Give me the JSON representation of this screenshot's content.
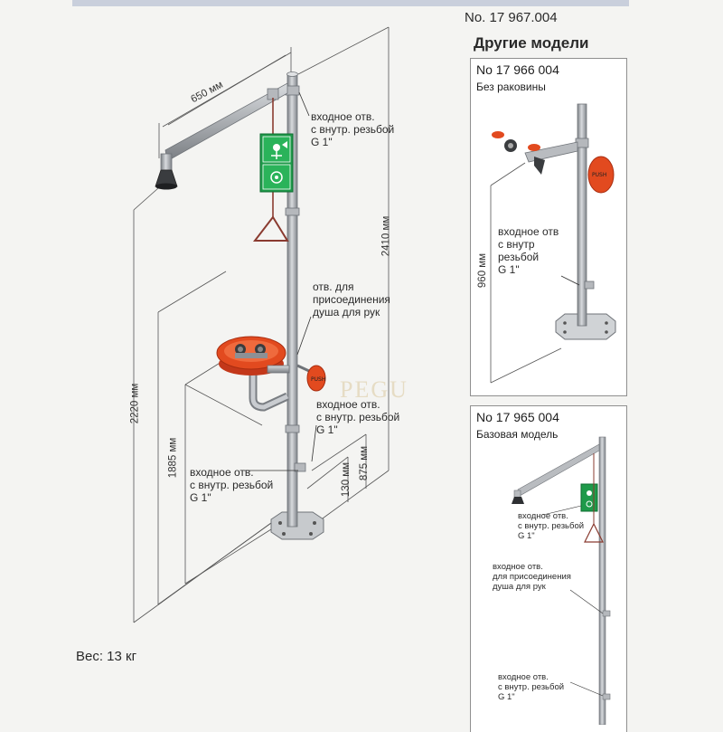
{
  "product_no": "No. 17  967.004",
  "other_models_title": "Другие модели",
  "weight": "Вес: 13 кг",
  "watermark": "PEGU",
  "main_diagram": {
    "dimensions": {
      "arm": "650 мм",
      "total_height": "2410 мм",
      "shower_height": "2220 мм",
      "bowl_height": "1885 мм",
      "inlet_height": "875 мм",
      "lower_inlet_height": "130 мм"
    },
    "labels": {
      "top_inlet": "входное отв.\nс внутр. резьбой\nG 1\"",
      "hand_shower": "отв. для\nприсоединения\nдуша для рук",
      "middle_inlet": "входное отв.\nс внутр. резьбой\nG 1\"",
      "lower_inlet": "входное отв.\nс внутр. резьбой\nG 1\""
    }
  },
  "models": [
    {
      "number": "No  17 966 004",
      "subtitle": "Без раковины",
      "dimension": "960 мм",
      "inlet_label": "входное отв\nс внутр\nрезьбой\nG 1\""
    },
    {
      "number": "No  17 965 004",
      "subtitle": "Базовая модель",
      "labels": {
        "top_inlet": "входное отв.\nс внутр. резьбой\nG 1\"",
        "hand_shower": "входное отв.\nдля присоединения\nдуша для рук",
        "lower_inlet": "входное отв.\nс внутр. резьбой\nG 1\""
      }
    }
  ],
  "colors": {
    "pipe": "#a9adb2",
    "pipe_dark": "#6f7378",
    "sign_green": "#1e9a4a",
    "bowl_red": "#e24a1f",
    "dim_line": "#555555"
  },
  "icons": [
    "shower-head-icon",
    "eye-wash-bowl-icon",
    "safety-sign-icon",
    "pull-handle-icon",
    "floor-plate-icon"
  ]
}
